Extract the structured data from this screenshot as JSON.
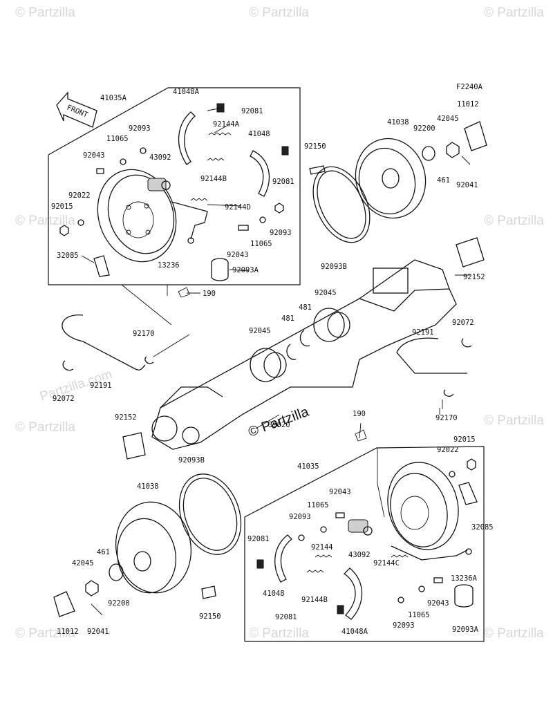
{
  "diagram_code": "F2240A",
  "front_label": "FRONT",
  "brand_watermark": "© Partzilla",
  "brand_watermark_faint": "Partzilla.com",
  "faint_watermark": "© Partzilla",
  "callouts": {
    "p41035A": "41035A",
    "p41048A_top": "41048A",
    "p92081_top": "92081",
    "p92093_top1": "92093",
    "p11065_top1": "11065",
    "p92144A": "92144A",
    "p41048_top": "41048",
    "p92043_top1": "92043",
    "p43092_top": "43092",
    "p92144B_top": "92144B",
    "p92081_top2": "92081",
    "p92022_top": "92022",
    "p92015_top": "92015",
    "p92144D": "92144D",
    "p92093_top2": "92093",
    "p11065_top2": "11065",
    "p92043_top2": "92043",
    "p32085_top": "32085",
    "p13236": "13236",
    "p92093A_top": "92093A",
    "p190_top": "190",
    "p41038_top": "41038",
    "p92150_top": "92150",
    "p92200_top": "92200",
    "p42045_top": "42045",
    "p11012_top": "11012",
    "p461_top": "461",
    "p92041_top": "92041",
    "p92093B_top": "92093B",
    "p92152_top": "92152",
    "p92045_a": "92045",
    "p481_a": "481",
    "p481_b": "481",
    "p92045_b": "92045",
    "p92170_top": "92170",
    "p92072_left": "92072",
    "p92191_left": "92191",
    "p92191_right": "92191",
    "p92072_right": "92072",
    "p92152_bottom": "92152",
    "p39020": "39020",
    "p190_bottom": "190",
    "p92170_right": "92170",
    "p92093B_bottom": "92093B",
    "p41035": "41035",
    "p92015_bottom": "92015",
    "p92022_bottom": "92022",
    "p41038_bottom": "41038",
    "p92043_b1": "92043",
    "p11065_b1": "11065",
    "p92093_b1": "92093",
    "p92081_b1": "92081",
    "p92144": "92144",
    "p43092_bottom": "43092",
    "p32085_bottom": "32085",
    "p42045_bottom": "42045",
    "p461_bottom": "461",
    "p92144C": "92144C",
    "p13236A": "13236A",
    "p41048_bottom": "41048",
    "p92144B_bottom": "92144B",
    "p92043_b2": "92043",
    "p92200_bottom": "92200",
    "p92150_bottom": "92150",
    "p92081_b2": "92081",
    "p92093_b2": "92093",
    "p11065_b2": "11065",
    "p11012_bottom": "11012",
    "p92041_bottom": "92041",
    "p41048A_bottom": "41048A",
    "p92093A_bottom": "92093A"
  }
}
